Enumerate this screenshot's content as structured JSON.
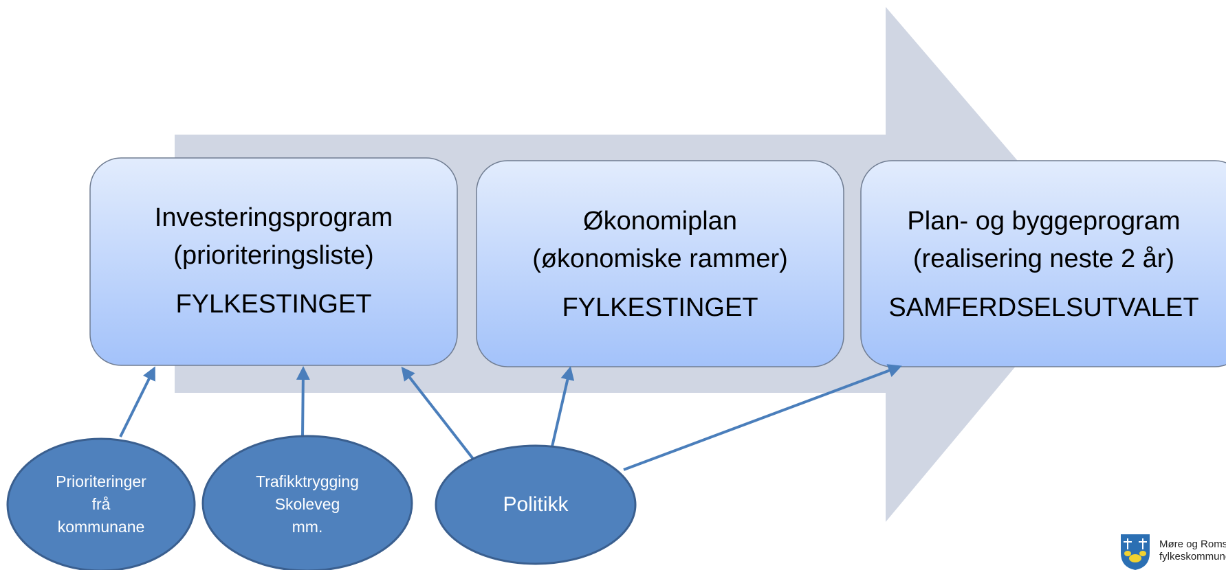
{
  "boxes": [
    {
      "id": "investeringsprogram",
      "line1": "Investeringsprogram",
      "line2": "(prioriteringsliste)",
      "line3": "FYLKESTINGET"
    },
    {
      "id": "okonomiplan",
      "line1": "Økonomiplan",
      "line2": "(økonomiske rammer)",
      "line3": "FYLKESTINGET"
    },
    {
      "id": "plan-og-byggeprogram",
      "line1": "Plan- og byggeprogram",
      "line2": "(realisering neste 2 år)",
      "line3": "SAMFERDSELSUTVALET"
    }
  ],
  "inputs": [
    {
      "id": "prioriteringer",
      "lines": [
        "Prioriteringer",
        "frå",
        "kommunane"
      ]
    },
    {
      "id": "trafikktrygging",
      "lines": [
        "Trafikktrygging",
        "Skoleveg",
        "mm."
      ]
    },
    {
      "id": "politikk",
      "lines": [
        "Politikk"
      ]
    }
  ],
  "connections": [
    {
      "from": "prioriteringer",
      "to": "investeringsprogram"
    },
    {
      "from": "trafikktrygging",
      "to": "investeringsprogram"
    },
    {
      "from": "politikk",
      "to": "investeringsprogram"
    },
    {
      "from": "politikk",
      "to": "okonomiplan"
    },
    {
      "from": "politikk",
      "to": "plan-og-byggeprogram"
    }
  ],
  "logo": {
    "line1": "Møre og Romsdal",
    "line2": "fylkeskommune"
  },
  "colors": {
    "arrow_fill": "#d0d6e3",
    "box_top": "#e2ecfd",
    "box_bottom": "#a3c2fa",
    "box_border": "#6f7c91",
    "ellipse_fill": "#4f81bd",
    "ellipse_border": "#3a5f8f",
    "connector": "#4a7ebb"
  }
}
